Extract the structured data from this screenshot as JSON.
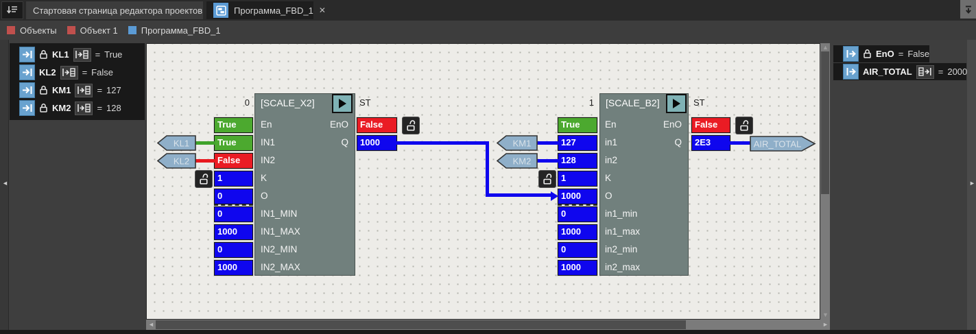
{
  "tabbar": {
    "tabs": [
      {
        "label": "Стартовая страница редактора проектов"
      },
      {
        "label": "Программа_FBD_1"
      }
    ],
    "close_glyph": "✕"
  },
  "breadcrumb": {
    "items": [
      {
        "label": "Объекты",
        "color": "#c0504d"
      },
      {
        "label": "Объект 1",
        "color": "#c0504d"
      },
      {
        "label": "Программа_FBD_1",
        "color": "#5b9bd5"
      }
    ]
  },
  "left_panel": {
    "eq": "=",
    "items": [
      {
        "name": "KL1",
        "locked": true,
        "watch": true,
        "direction": "in",
        "value": "True"
      },
      {
        "name": "KL2",
        "locked": false,
        "watch": true,
        "direction": "in",
        "value": "False"
      },
      {
        "name": "KM1",
        "locked": true,
        "watch": true,
        "direction": "in",
        "value": "127"
      },
      {
        "name": "KM2",
        "locked": true,
        "watch": true,
        "direction": "in",
        "value": "128"
      }
    ]
  },
  "right_panel": {
    "eq": "=",
    "items": [
      {
        "name": "EnO",
        "locked": true,
        "watch": false,
        "direction": "out",
        "value": "False"
      },
      {
        "name": "AIR_TOTAL",
        "locked": false,
        "watch": true,
        "direction": "out",
        "value": "2000"
      }
    ]
  },
  "canvas": {
    "blocks": [
      {
        "instance": "0",
        "title": "[SCALE_X2]",
        "lang": "ST",
        "pins_left": [
          {
            "label": "En",
            "value": "True",
            "color": "green"
          },
          {
            "label": "IN1",
            "value": "True",
            "color": "green"
          },
          {
            "label": "IN2",
            "value": "False",
            "color": "red"
          },
          {
            "label": "K",
            "value": "1",
            "color": "blue",
            "lock": true
          },
          {
            "label": "O",
            "value": "0",
            "color": "blue"
          },
          {
            "label": "IN1_MIN",
            "value": "0",
            "color": "blue",
            "sep": true
          },
          {
            "label": "IN1_MAX",
            "value": "1000",
            "color": "blue"
          },
          {
            "label": "IN2_MIN",
            "value": "0",
            "color": "blue"
          },
          {
            "label": "IN2_MAX",
            "value": "1000",
            "color": "blue"
          }
        ],
        "pins_right": [
          {
            "label": "EnO",
            "value": "False",
            "color": "red",
            "lock": true
          },
          {
            "label": "Q",
            "value": "1000",
            "color": "blue"
          }
        ]
      },
      {
        "instance": "1",
        "title": "[SCALE_B2]",
        "lang": "ST",
        "pins_left": [
          {
            "label": "En",
            "value": "True",
            "color": "green"
          },
          {
            "label": "in1",
            "value": "127",
            "color": "blue"
          },
          {
            "label": "in2",
            "value": "128",
            "color": "blue"
          },
          {
            "label": "K",
            "value": "1",
            "color": "blue",
            "lock": true
          },
          {
            "label": "O",
            "value": "1000",
            "color": "blue",
            "arrow": true
          },
          {
            "label": "in1_min",
            "value": "0",
            "color": "blue",
            "sep": true
          },
          {
            "label": "in1_max",
            "value": "1000",
            "color": "blue"
          },
          {
            "label": "in2_min",
            "value": "0",
            "color": "blue"
          },
          {
            "label": "in2_max",
            "value": "1000",
            "color": "blue"
          }
        ],
        "pins_right": [
          {
            "label": "EnO",
            "value": "False",
            "color": "red",
            "lock": true
          },
          {
            "label": "Q",
            "value": "2E3",
            "color": "blue"
          }
        ]
      }
    ],
    "tags": [
      {
        "label": "KL1"
      },
      {
        "label": "KL2"
      },
      {
        "label": "KM1"
      },
      {
        "label": "KM2"
      },
      {
        "label": "AIR_TOTAL"
      }
    ]
  },
  "colors": {
    "value_green": "#4ca92f",
    "value_red": "#ea1c24",
    "value_blue": "#0f06ee",
    "block_body": "#71807d",
    "play_button": "#7fb2b5",
    "tag_fill": "#8fafc9",
    "canvas_bg": "#edece8"
  }
}
